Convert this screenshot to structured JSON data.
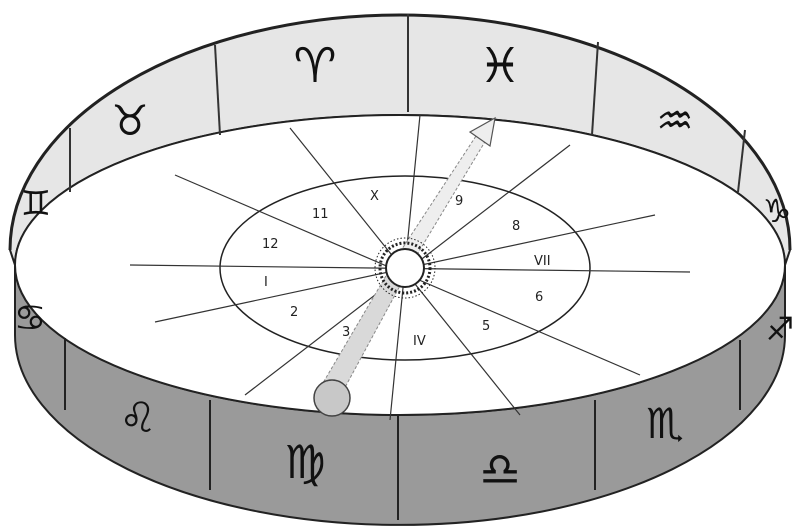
{
  "diagram": {
    "zodiac_band": {
      "signs": [
        {
          "name": "taurus",
          "symbol": "♉"
        },
        {
          "name": "aries",
          "symbol": "♈"
        },
        {
          "name": "pisces",
          "symbol": "♓"
        },
        {
          "name": "aquarius",
          "symbol": "♒"
        },
        {
          "name": "capricorn",
          "symbol": "♑"
        },
        {
          "name": "gemini",
          "symbol": "♊"
        },
        {
          "name": "cancer",
          "symbol": "♋"
        },
        {
          "name": "leo",
          "symbol": "♌"
        },
        {
          "name": "virgo",
          "symbol": "♍"
        },
        {
          "name": "libra",
          "symbol": "♎"
        },
        {
          "name": "scorpio",
          "symbol": "♏"
        },
        {
          "name": "sagittarius",
          "symbol": "♐"
        }
      ]
    },
    "houses": {
      "labels": [
        "X",
        "11",
        "12",
        "I",
        "2",
        "3",
        "IV",
        "5",
        "6",
        "VII",
        "8",
        "9"
      ]
    },
    "colors": {
      "band_top": "#e6e6e6",
      "band_side": "#9a9a9a",
      "line": "#222222",
      "earth": "#c8c8c8",
      "sun": "#ffffff",
      "arrow": "#d9d9d9"
    }
  }
}
